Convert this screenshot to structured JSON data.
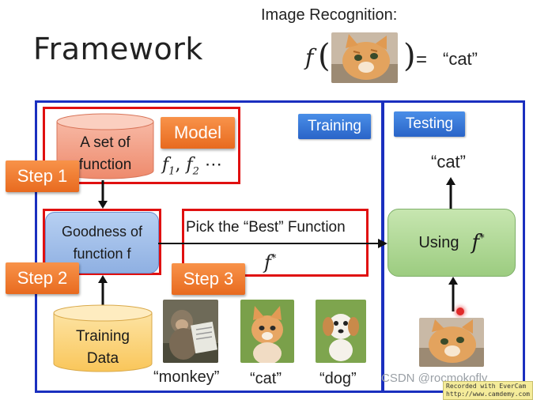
{
  "title": "Framework",
  "image_recognition": {
    "label": "Image Recognition:",
    "f": "f",
    "open_paren": "(",
    "close_paren": ")",
    "equals": "=",
    "result": "“cat”"
  },
  "training": {
    "tag": "Training",
    "model_box": {
      "cylinder_text": [
        "A set of",
        "function"
      ],
      "model_label": "Model",
      "functions": "f1, f2 ⋯",
      "f1_base": "f",
      "f1_sub": "1",
      "f2_base": "f",
      "f2_sub": "2",
      "ellipsis": "⋯"
    },
    "step1": "Step 1",
    "goodness": [
      "Goodness of",
      "function f"
    ],
    "step2": "Step 2",
    "pick": {
      "text": "Pick the “Best” Function",
      "fstar_base": "f",
      "fstar_sup": "*"
    },
    "step3": "Step 3",
    "training_data": [
      "Training",
      "Data"
    ],
    "examples": [
      {
        "label": "“monkey”",
        "icon": "monkey-photo"
      },
      {
        "label": "“cat”",
        "icon": "kitten-photo"
      },
      {
        "label": "“dog”",
        "icon": "puppy-photo"
      }
    ]
  },
  "testing": {
    "tag": "Testing",
    "output": "“cat”",
    "using_label": "Using",
    "fstar_base": "f",
    "fstar_sup": "*"
  },
  "watermark": "CSDN @rocmokofly",
  "evercam": [
    "Recorded with EverCam",
    "http://www.camdemy.com"
  ],
  "colors": {
    "frame_blue": "#1a2fbf",
    "frame_red": "#e01010",
    "step_orange": "#ee7a2e",
    "tag_blue": "#3a78d8",
    "goodness_blue": "#a3c0ea",
    "using_green": "#b3d99a",
    "cylinder_red": "#f4a28c",
    "cylinder_yellow": "#fcd67e"
  }
}
